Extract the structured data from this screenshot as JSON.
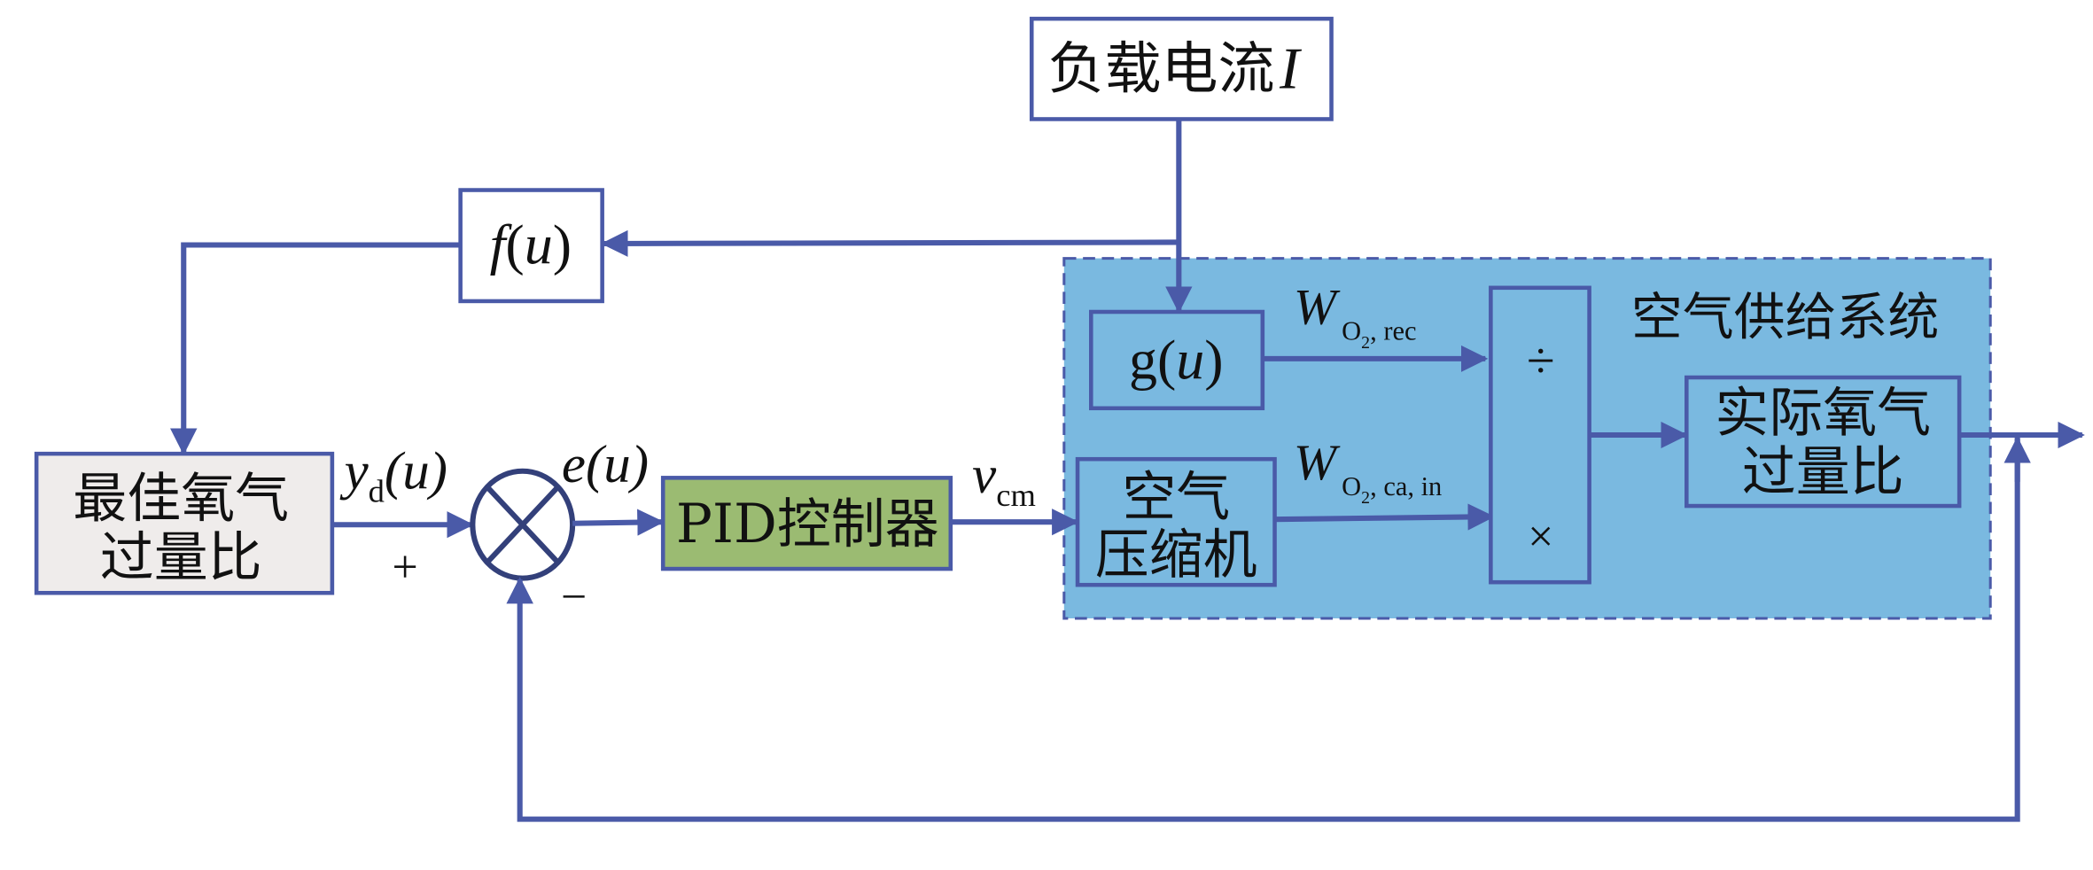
{
  "colors": {
    "line": "#4a5aa8",
    "region_fill": "#7ab9e0",
    "region_border": "#4a5aa8",
    "setpoint_fill": "#efeceb",
    "pid_fill": "#9bbb72",
    "white": "#ffffff",
    "text": "#111111"
  },
  "blocks": {
    "load_current": {
      "label": "负载电流",
      "var": "I"
    },
    "f_block": {
      "func": "f",
      "arg": "u"
    },
    "g_block": {
      "func": "g",
      "arg": "u"
    },
    "setpoint": {
      "line1": "最佳氧气",
      "line2": "过量比"
    },
    "pid": {
      "label": "PID控制器"
    },
    "compressor": {
      "line1": "空气",
      "line2": "压缩机"
    },
    "divmul": {
      "top": "÷",
      "bottom": "×"
    },
    "actual": {
      "line1": "实际氧气",
      "line2": "过量比"
    },
    "region": {
      "title": "空气供给系统"
    }
  },
  "signals": {
    "yd": {
      "main": "y",
      "sub": "d",
      "arg": "(u)"
    },
    "e": {
      "main": "e",
      "arg": "(u)"
    },
    "vcm": {
      "main": "v",
      "sub": "cm"
    },
    "w_rec": {
      "main": "W",
      "sub_o": "O",
      "sub_2": "2",
      "sub_rest": ", rec"
    },
    "w_in": {
      "main": "W",
      "sub_o": "O",
      "sub_2": "2",
      "sub_rest": ", ca, in"
    }
  },
  "summing": {
    "plus": "+",
    "minus": "−"
  }
}
